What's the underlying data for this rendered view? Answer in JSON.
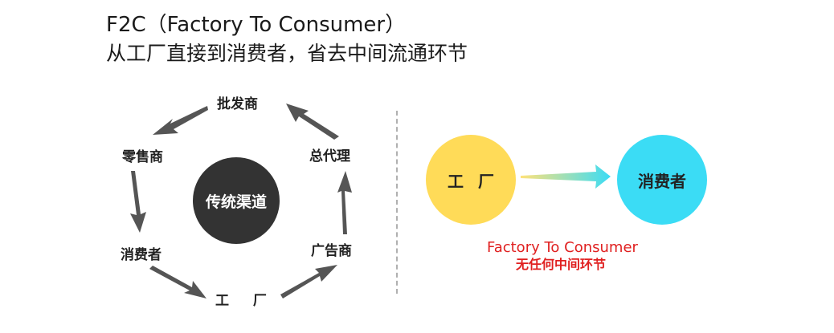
{
  "header": {
    "title": "F2C（Factory To Consumer）",
    "subtitle": "从工厂直接到消费者，省去中间流通环节"
  },
  "traditional": {
    "center_label": "传统渠道",
    "nodes": {
      "wholesaler": "批发商",
      "general_agent": "总代理",
      "advertiser": "广告商",
      "factory": "工 厂",
      "consumer": "消费者",
      "retailer": "零售商"
    }
  },
  "f2c": {
    "factory_label": "工厂",
    "consumer_label": "消费者",
    "caption_en": "Factory To Consumer",
    "caption_cn": "无任何中间环节"
  },
  "colors": {
    "factory_circle": "#ffdb58",
    "consumer_circle": "#3bdcf5",
    "center_circle": "#333333",
    "arrow": "#555555",
    "caption": "#e02020"
  }
}
